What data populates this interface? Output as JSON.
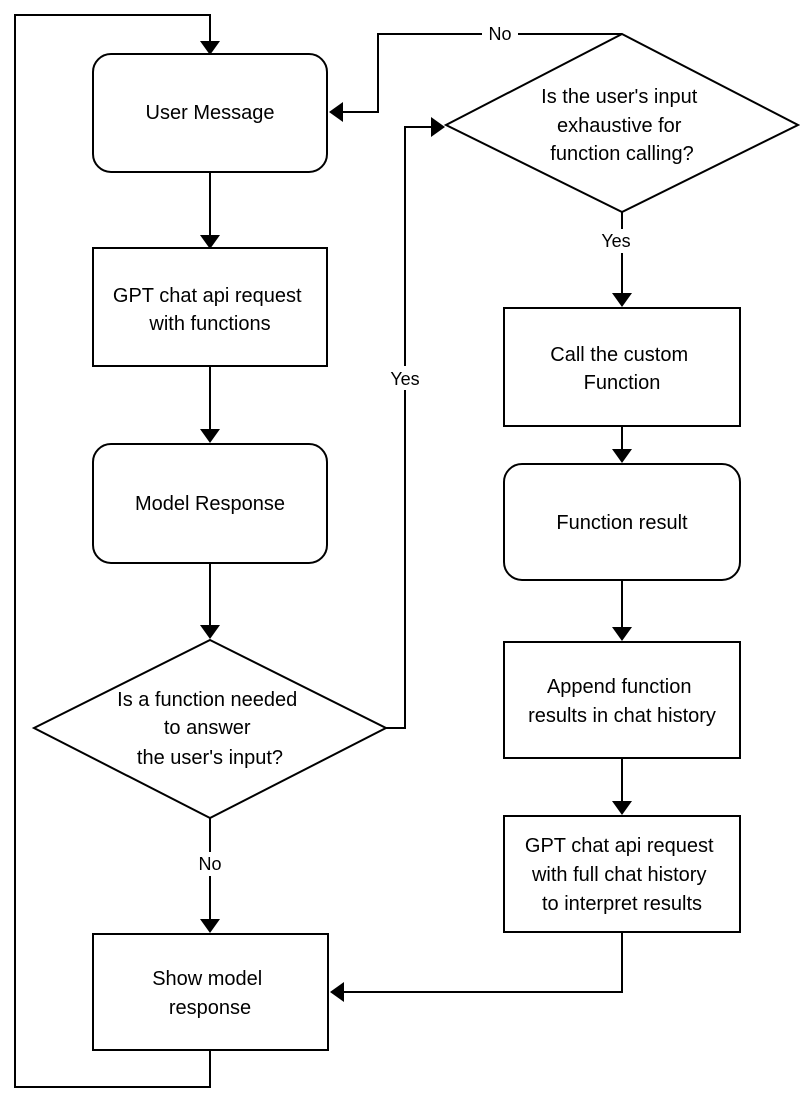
{
  "nodes": {
    "user_message": {
      "lines": [
        "User Message"
      ]
    },
    "gpt_request_functions": {
      "lines": [
        "GPT chat api request",
        "with functions"
      ]
    },
    "model_response": {
      "lines": [
        "Model Response"
      ]
    },
    "function_needed": {
      "lines": [
        "Is a function needed",
        "to answer",
        "the user's input?"
      ]
    },
    "show_model_response": {
      "lines": [
        "Show model",
        "response"
      ]
    },
    "input_exhaustive": {
      "lines": [
        "Is the user's input",
        "exhaustive for",
        "function calling?"
      ]
    },
    "call_custom_function": {
      "lines": [
        "Call the custom",
        "Function"
      ]
    },
    "function_result": {
      "lines": [
        "Function result"
      ]
    },
    "append_results": {
      "lines": [
        "Append function",
        "results in chat history"
      ]
    },
    "gpt_request_history": {
      "lines": [
        "GPT chat api request",
        "with full chat history",
        "to interpret results"
      ]
    }
  },
  "edge_labels": {
    "exhaustive_no": "No",
    "exhaustive_yes": "Yes",
    "needed_yes": "Yes",
    "needed_no": "No"
  },
  "colors": {
    "stroke": "#000000",
    "fill": "#ffffff"
  }
}
